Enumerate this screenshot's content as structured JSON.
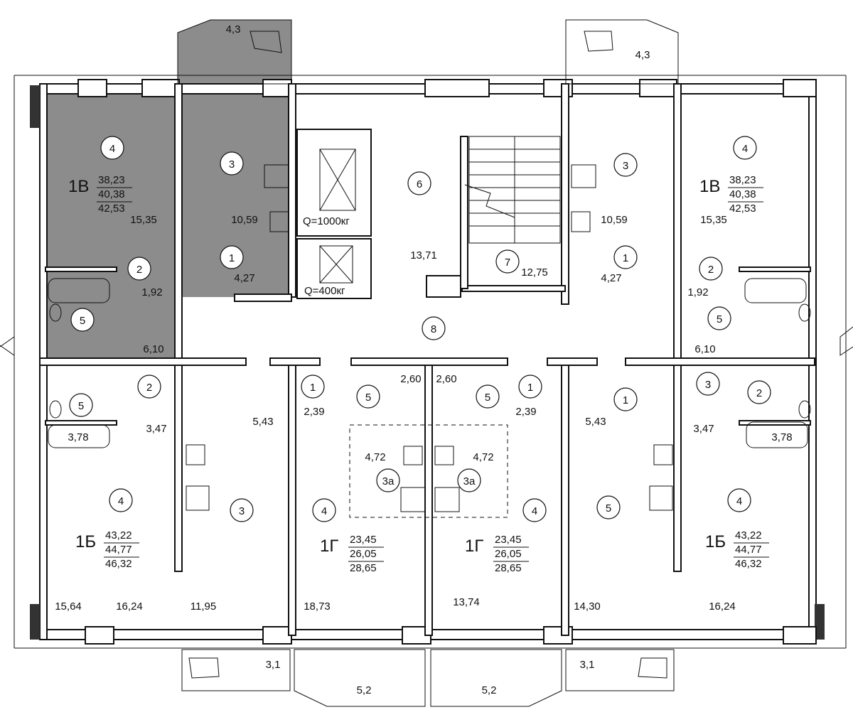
{
  "highlight_color": "#8c8c8c",
  "apartments": [
    {
      "id": "apt-1v-left",
      "code": "1В",
      "areas": [
        "38,23",
        "40,38",
        "42,53"
      ]
    },
    {
      "id": "apt-1v-right",
      "code": "1В",
      "areas": [
        "38,23",
        "40,38",
        "42,53"
      ]
    },
    {
      "id": "apt-1b-left",
      "code": "1Б",
      "areas": [
        "43,22",
        "44,77",
        "46,32"
      ]
    },
    {
      "id": "apt-1g-left",
      "code": "1Г",
      "areas": [
        "23,45",
        "26,05",
        "28,65"
      ]
    },
    {
      "id": "apt-1g-right",
      "code": "1Г",
      "areas": [
        "23,45",
        "26,05",
        "28,65"
      ]
    },
    {
      "id": "apt-1b-right",
      "code": "1Б",
      "areas": [
        "43,22",
        "44,77",
        "46,32"
      ]
    }
  ],
  "room_numbers": [
    {
      "n": "4"
    },
    {
      "n": "3"
    },
    {
      "n": "2"
    },
    {
      "n": "1"
    },
    {
      "n": "5"
    },
    {
      "n": "6"
    },
    {
      "n": "7"
    },
    {
      "n": "8"
    },
    {
      "n": "3"
    },
    {
      "n": "4"
    },
    {
      "n": "1"
    },
    {
      "n": "2"
    },
    {
      "n": "5"
    },
    {
      "n": "2"
    },
    {
      "n": "5"
    },
    {
      "n": "4"
    },
    {
      "n": "3"
    },
    {
      "n": "1"
    },
    {
      "n": "5"
    },
    {
      "n": "3а"
    },
    {
      "n": "4"
    },
    {
      "n": "5"
    },
    {
      "n": "1"
    },
    {
      "n": "3а"
    },
    {
      "n": "4"
    },
    {
      "n": "1"
    },
    {
      "n": "3"
    },
    {
      "n": "2"
    },
    {
      "n": "5"
    },
    {
      "n": "4"
    }
  ],
  "room_areas": [
    "4,3",
    "4,3",
    "15,35",
    "10,59",
    "4,27",
    "1,92",
    "6,10",
    "13,71",
    "12,75",
    "10,59",
    "15,35",
    "4,27",
    "1,92",
    "6,10",
    "3,47",
    "3,78",
    "5,43",
    "2,39",
    "2,60",
    "2,60",
    "2,39",
    "4,72",
    "4,72",
    "5,43",
    "3,47",
    "3,78",
    "15,64",
    "16,24",
    "11,95",
    "18,73",
    "13,74",
    "14,30",
    "16,24",
    "3,1",
    "5,2",
    "5,2",
    "3,1"
  ],
  "elevators": [
    {
      "label": "Q=1000кг"
    },
    {
      "label": "Q=400кг"
    }
  ]
}
